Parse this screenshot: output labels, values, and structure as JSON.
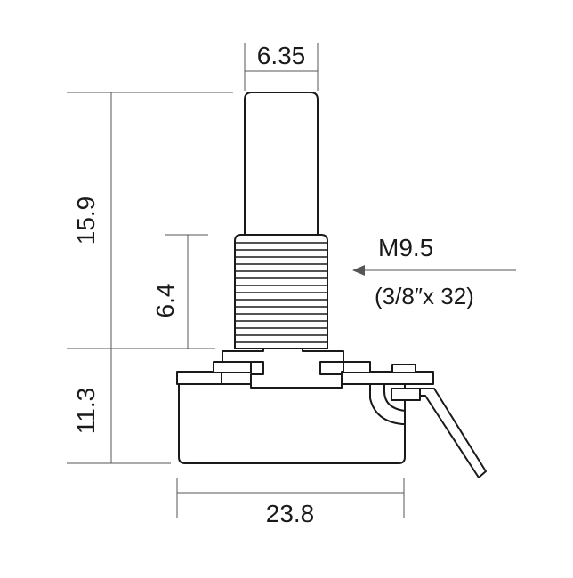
{
  "dimensions": {
    "shaft_diameter": "6.35",
    "shaft_length": "15.9",
    "bushing_length": "6.4",
    "body_height": "11.3",
    "body_width": "23.8"
  },
  "thread": {
    "size": "M9.5",
    "spec": "(3/8″x 32)"
  },
  "colors": {
    "outline": "#1a1a1a",
    "dimension": "#555555"
  }
}
